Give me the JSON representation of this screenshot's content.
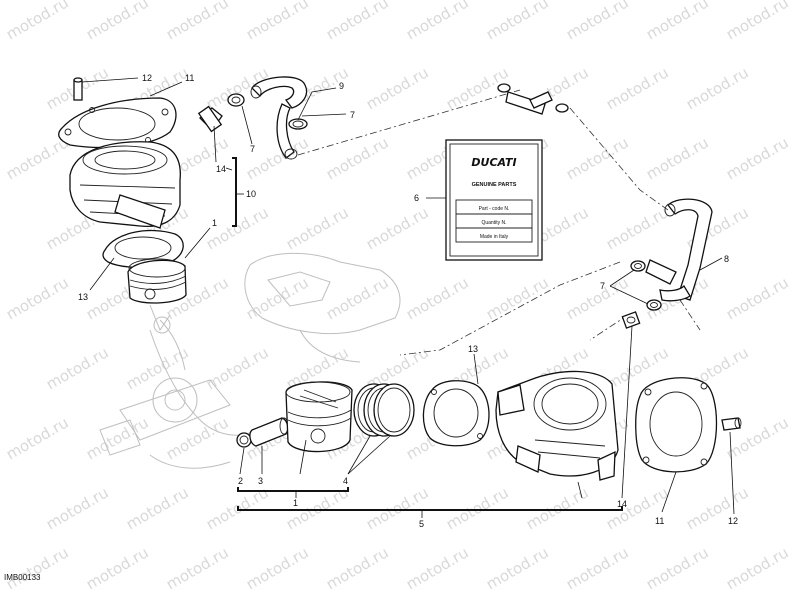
{
  "watermark": "motod.ru",
  "drawing_code": "IMB00133",
  "kit_box": {
    "brand": "DUCATI",
    "heading": "GENUINE PARTS",
    "rows": [
      "Part - code N.",
      "Quantity N.",
      "Made in Italy"
    ]
  },
  "callouts": {
    "c1_top": "1",
    "c1_bottom": "1",
    "c2": "2",
    "c3": "3",
    "c4": "4",
    "c5": "5",
    "c6": "6",
    "c7_a": "7",
    "c7_b": "7",
    "c7_c": "7",
    "c8": "8",
    "c9": "9",
    "c10": "10",
    "c11_top": "11",
    "c11_bottom": "11",
    "c12_top": "12",
    "c12_bottom": "12",
    "c13_top": "13",
    "c13_bottom": "13",
    "c14_top": "14",
    "c14_bottom": "14"
  }
}
